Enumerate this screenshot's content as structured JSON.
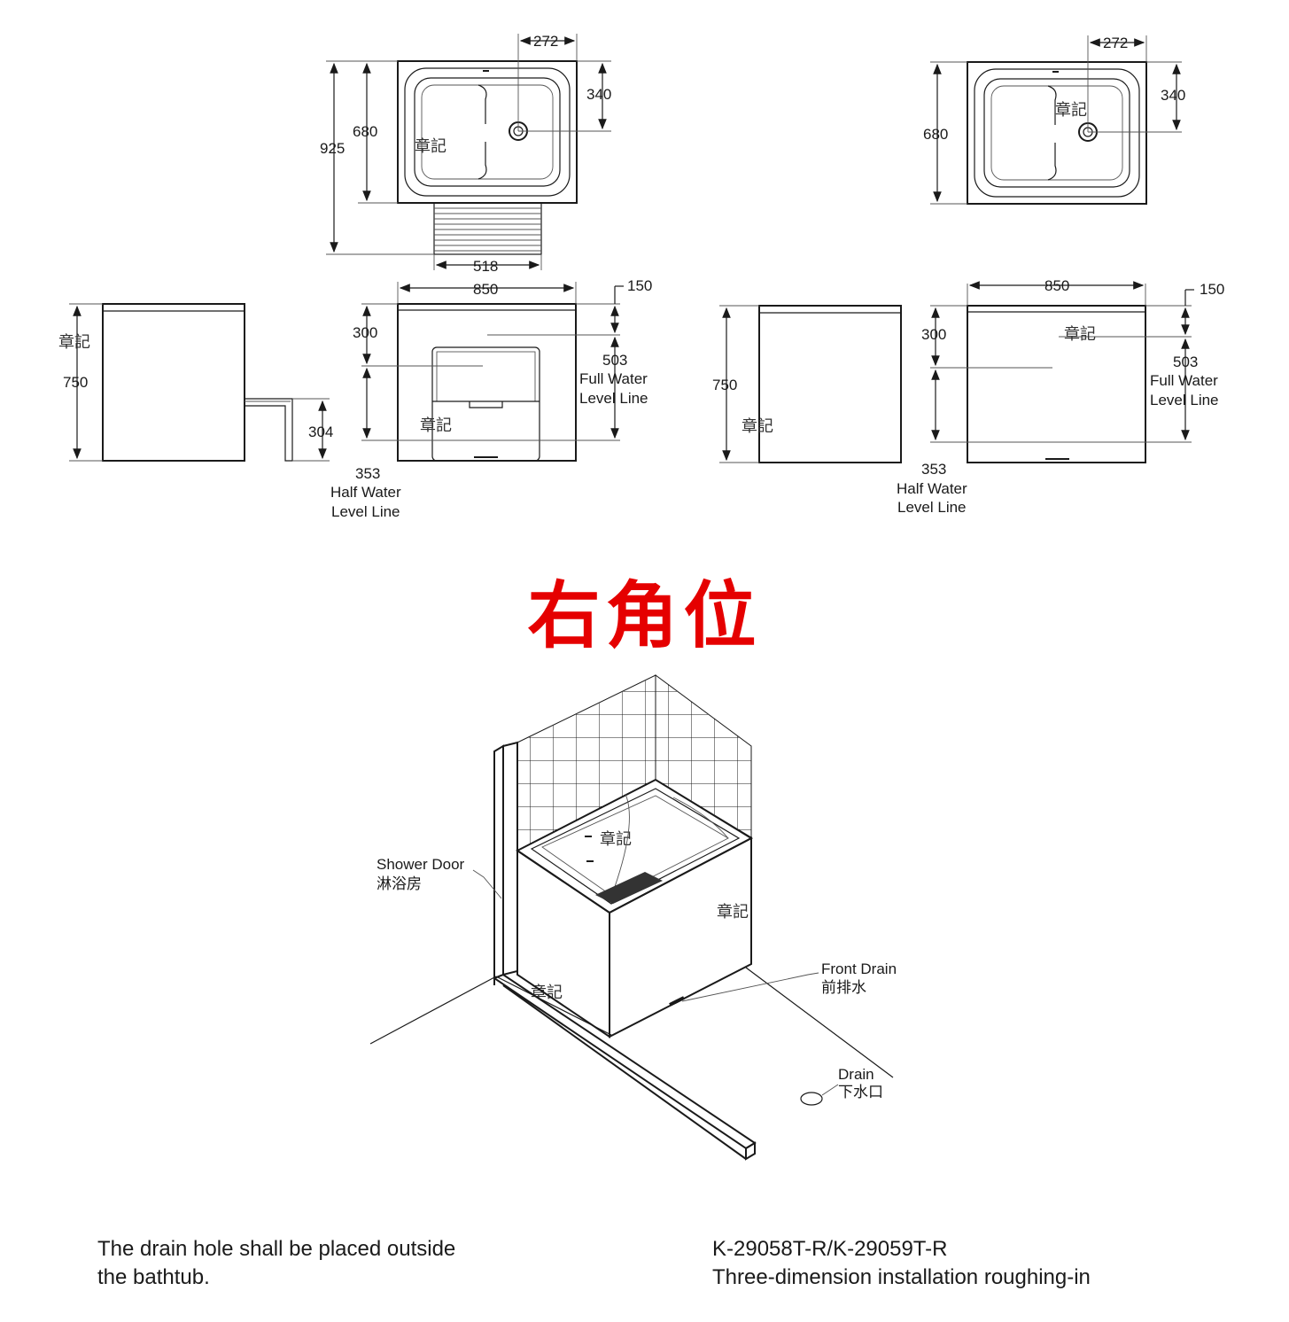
{
  "dims": {
    "d272": "272",
    "d340": "340",
    "d680": "680",
    "d925": "925",
    "d518": "518",
    "d850": "850",
    "d150": "150",
    "d300": "300",
    "d503": "503",
    "d750": "750",
    "d304": "304",
    "d353": "353"
  },
  "labels": {
    "full_water_1": "Full Water",
    "full_water_2": "Level Line",
    "half_water_1": "Half Water",
    "half_water_2": "Level Line",
    "stamp": "章記",
    "shower_door_en": "Shower Door",
    "shower_door_zh": "淋浴房",
    "front_drain_en": "Front Drain",
    "front_drain_zh": "前排水",
    "drain_en": "Drain",
    "drain_zh": "下水口"
  },
  "title": "右角位",
  "title_color": "#e50000",
  "footer": {
    "left_line1": "The drain hole shall be placed outside",
    "left_line2": "the bathtub.",
    "right_line1": "K-29058T-R/K-29059T-R",
    "right_line2": "Three-dimension installation roughing-in"
  }
}
